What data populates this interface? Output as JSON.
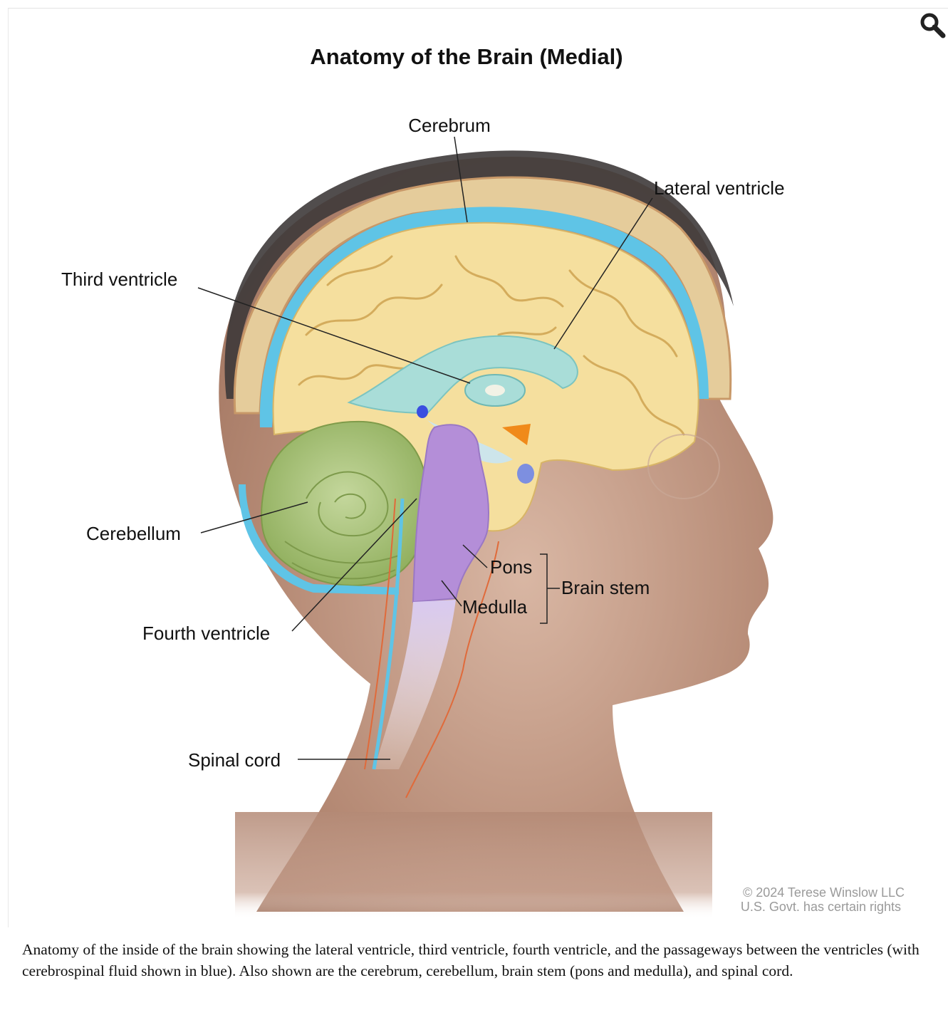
{
  "figure": {
    "title": "Anatomy of the Brain (Medial)",
    "labels": {
      "cerebrum": "Cerebrum",
      "lateral_ventricle": "Lateral ventricle",
      "third_ventricle": "Third ventricle",
      "cerebellum": "Cerebellum",
      "pons": "Pons",
      "medulla": "Medulla",
      "brain_stem": "Brain stem",
      "fourth_ventricle": "Fourth ventricle",
      "spinal_cord": "Spinal cord"
    },
    "copyright": {
      "line1": "© 2024 Terese Winslow LLC",
      "line2": "U.S. Govt. has certain rights"
    },
    "caption": "Anatomy of the inside of the brain showing the lateral ventricle, third ventricle, fourth ventricle, and the passageways between the ventricles (with cerebrospinal fluid shown in blue). Also shown are the cerebrum, cerebellum, brain stem (pons and medulla), and spinal cord."
  },
  "toolbar": {
    "zoom_icon": "magnifier-icon"
  },
  "colors": {
    "skin": "#b58a75",
    "cerebrum": "#f5df9e",
    "cerebellum": "#a8c277",
    "brain_stem": "#b48ed8",
    "csf": "#5fc4e6",
    "ventricle": "#a9ddd8"
  }
}
